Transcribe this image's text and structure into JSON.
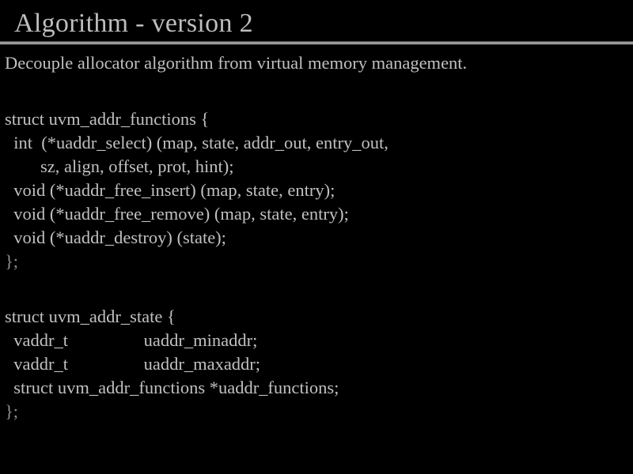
{
  "slide": {
    "title": "Algorithm - version 2",
    "background_color": "#000000",
    "text_color": "#c0c0c0",
    "rule_color": "#9a9a9a",
    "intro": "Decouple allocator algorithm from virtual memory management.",
    "code_block_1": [
      "struct uvm_addr_functions {",
      "  int  (*uaddr_select) (map, state, addr_out, entry_out,",
      "        sz, align, offset, prot, hint);",
      "  void (*uaddr_free_insert) (map, state, entry);",
      "  void (*uaddr_free_remove) (map, state, entry);",
      "  void (*uaddr_destroy) (state);",
      "};"
    ],
    "code_block_2": [
      "struct uvm_addr_state {",
      "  vaddr_t                 uaddr_minaddr;",
      "  vaddr_t                 uaddr_maxaddr;",
      "  struct uvm_addr_functions *uaddr_functions;",
      "};"
    ]
  }
}
